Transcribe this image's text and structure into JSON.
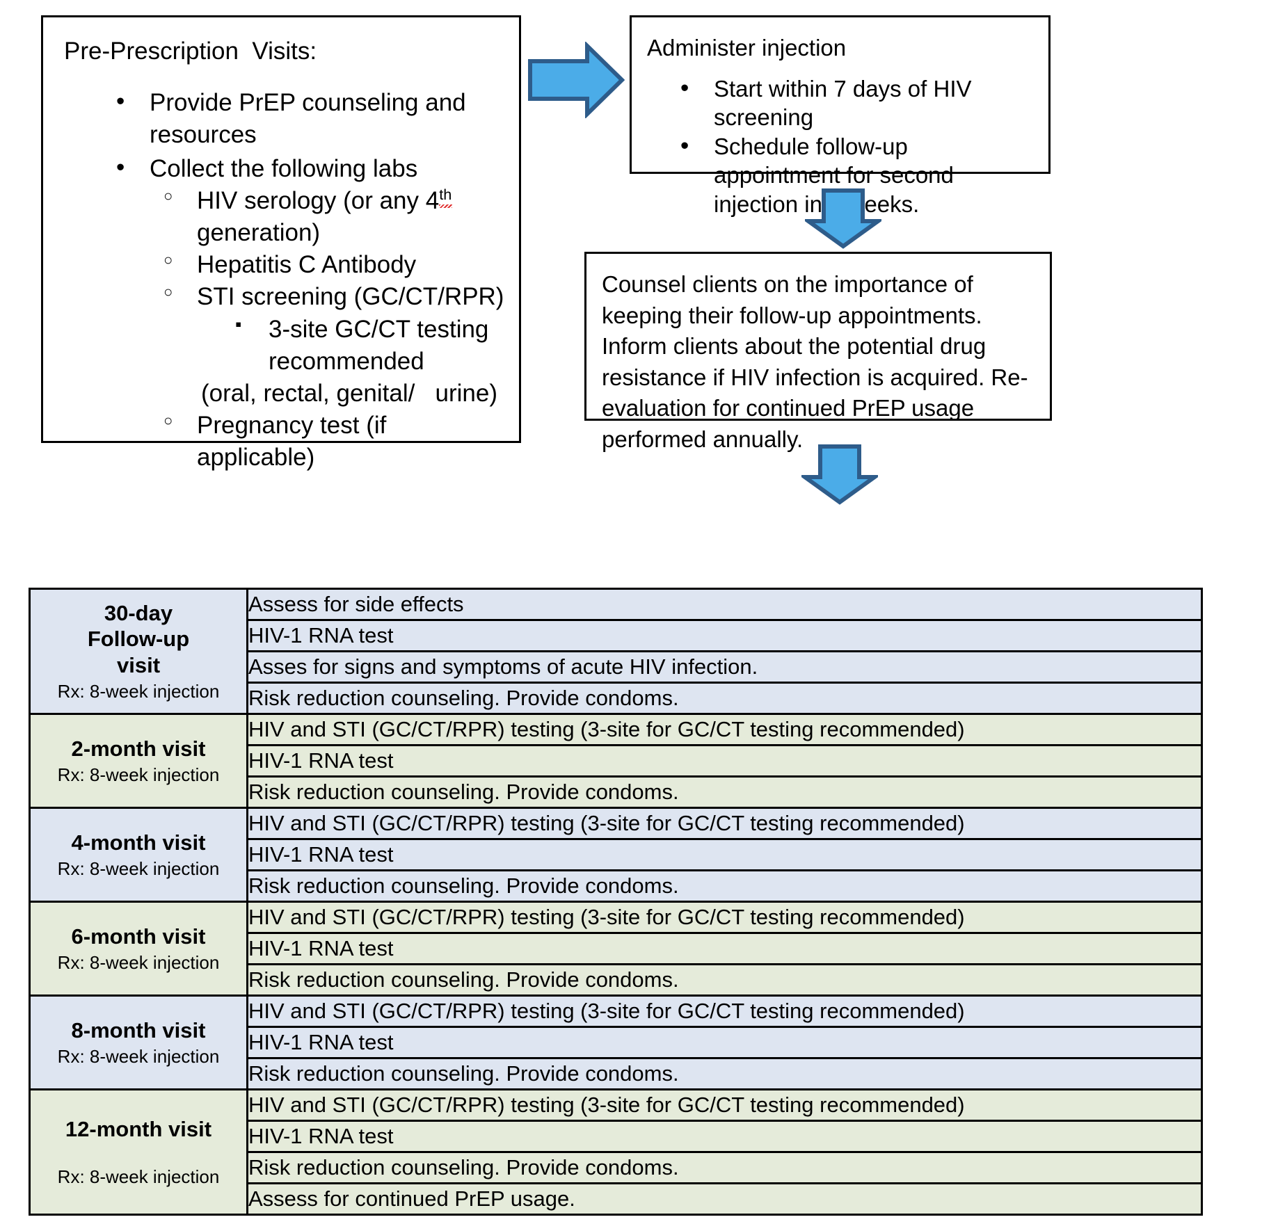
{
  "prep_box": {
    "heading": "Pre-Prescription  Visits:",
    "bullet_1": "Provide PrEP counseling and resources",
    "bullet_2": "Collect the following labs",
    "sub_1_pre": "HIV serology (or any 4",
    "sub_1_sup": "th",
    "sub_1_post": "generation)",
    "sub_2": "Hepatitis C Antibody",
    "sub_3": "STI screening (GC/CT/RPR)",
    "sub_3_child": "3-site GC/CT testing recommended",
    "sub_3_paren": "(oral, rectal, genital/   urine)",
    "sub_4": "Pregnancy test (if applicable)"
  },
  "administer_box": {
    "heading": "Administer injection",
    "bullet_1": "Start within 7 days of HIV screening",
    "bullet_2": "Schedule follow-up appointment for second injection in 4 weeks."
  },
  "counsel_box": {
    "text": "Counsel clients on the importance of keeping their follow-up appointments. Inform clients about the potential drug resistance if HIV infection is acquired. Re-evaluation for continued PrEP usage performed annually."
  },
  "arrows": {
    "fill": "#4BACE8",
    "stroke": "#2E5C8A",
    "right_arrow_name": "right-arrow-icon",
    "down_arrow_1_name": "down-arrow-icon",
    "down_arrow_2_name": "down-arrow-icon"
  },
  "colors": {
    "row_blue": "#dee5f1",
    "row_green": "#e5ebda",
    "border": "#000000"
  },
  "schedule": {
    "rx_label": "Rx: 8-week injection",
    "groups": [
      {
        "visit": "30-day\nFollow-up\nvisit",
        "visit_lines": [
          "30-day",
          "Follow-up",
          "visit"
        ],
        "rx": "Rx: 8-week injection",
        "shade": "blue",
        "tasks": [
          "Assess for side effects",
          "HIV-1 RNA test",
          "Asses for signs and symptoms of acute HIV infection.",
          "Risk reduction counseling. Provide condoms."
        ]
      },
      {
        "visit": "2-month visit",
        "visit_lines": [
          "2-month visit"
        ],
        "rx": "Rx: 8-week injection",
        "shade": "green",
        "tasks": [
          "HIV and STI (GC/CT/RPR) testing (3-site for GC/CT testing recommended)",
          "HIV-1 RNA test",
          "Risk reduction counseling. Provide condoms."
        ]
      },
      {
        "visit": "4-month visit",
        "visit_lines": [
          "4-month visit"
        ],
        "rx": "Rx: 8-week injection",
        "shade": "blue",
        "tasks": [
          "HIV and STI (GC/CT/RPR) testing (3-site for GC/CT testing recommended)",
          "HIV-1 RNA test",
          "Risk reduction counseling. Provide condoms."
        ]
      },
      {
        "visit": "6-month visit",
        "visit_lines": [
          "6-month visit"
        ],
        "rx": "Rx: 8-week injection",
        "shade": "green",
        "tasks": [
          "HIV and STI (GC/CT/RPR) testing (3-site for GC/CT testing recommended)",
          "HIV-1 RNA test",
          "Risk reduction counseling. Provide condoms."
        ]
      },
      {
        "visit": "8-month visit",
        "visit_lines": [
          "8-month visit"
        ],
        "rx": "Rx: 8-week injection",
        "shade": "blue",
        "tasks": [
          "HIV and STI (GC/CT/RPR) testing (3-site for GC/CT testing recommended)",
          "HIV-1 RNA test",
          "Risk reduction counseling. Provide condoms."
        ]
      },
      {
        "visit": "12-month visit",
        "visit_lines": [
          "12-month visit"
        ],
        "rx": "Rx: 8-week injection",
        "shade": "green",
        "tasks": [
          "HIV and STI (GC/CT/RPR) testing (3-site for GC/CT testing recommended)",
          "HIV-1 RNA test",
          "Risk reduction counseling. Provide condoms.",
          "Assess for continued PrEP usage."
        ]
      }
    ]
  }
}
